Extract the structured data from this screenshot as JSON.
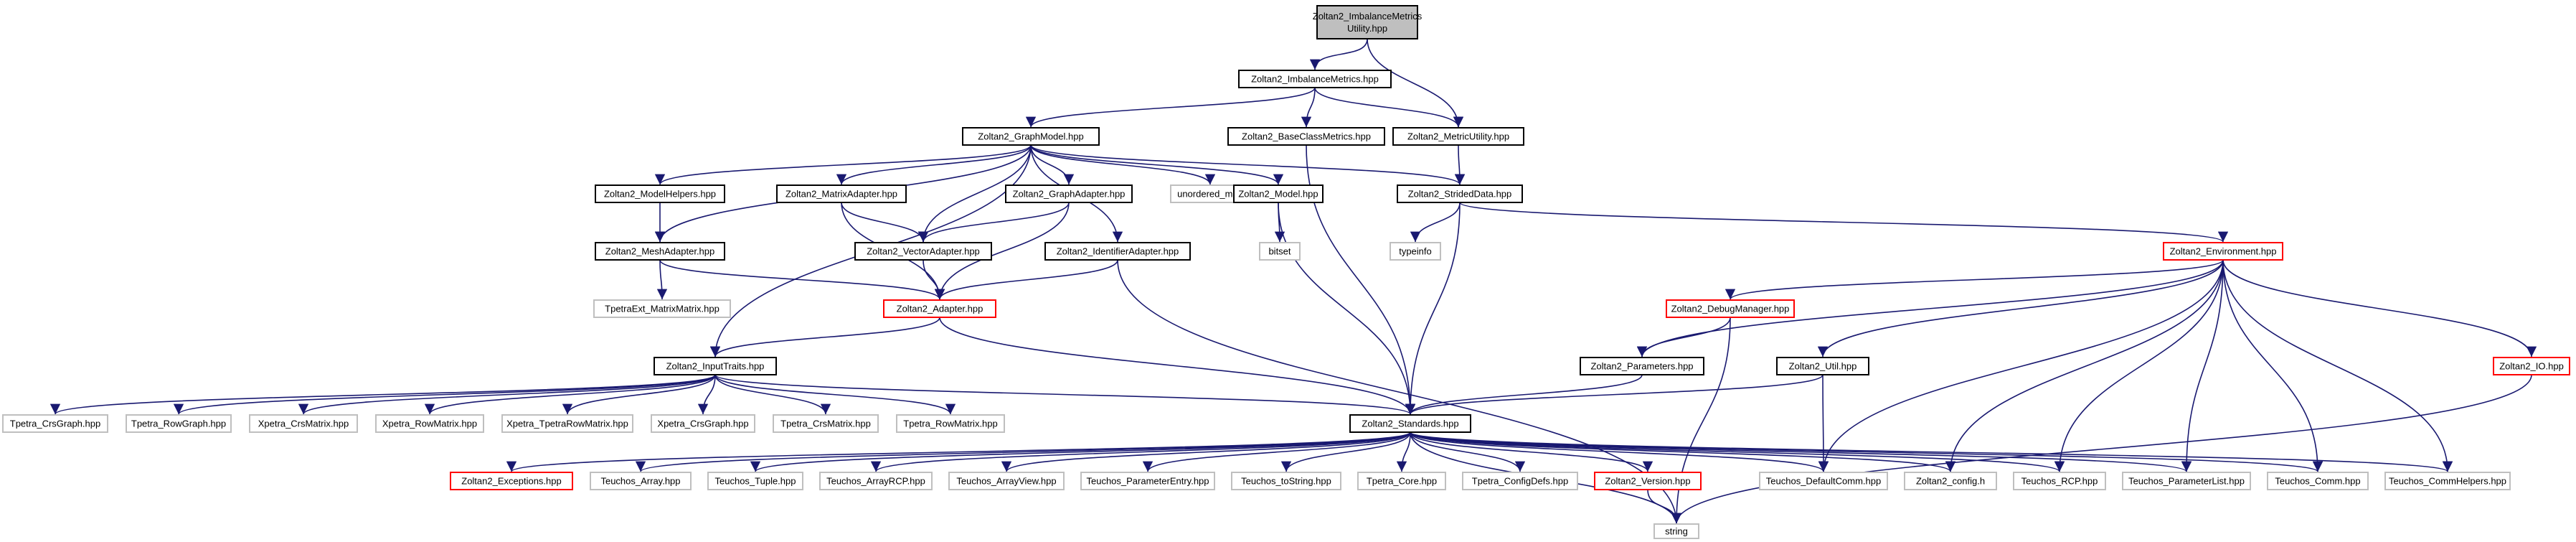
{
  "colors": {
    "edge": "#191970",
    "border_normal": "#000000",
    "border_external": "#bfbfbf",
    "border_truncated": "#ff0000",
    "fill_root": "#bfbfbf",
    "fill_default": "#ffffff"
  },
  "nodes": [
    {
      "id": "root",
      "lines": [
        "Zoltan2_ImbalanceMetrics",
        "Utility.hpp"
      ],
      "kind": "root"
    },
    {
      "id": "imb",
      "lines": [
        "Zoltan2_ImbalanceMetrics.hpp"
      ],
      "kind": "normal"
    },
    {
      "id": "graphmodel",
      "lines": [
        "Zoltan2_GraphModel.hpp"
      ],
      "kind": "normal"
    },
    {
      "id": "basecm",
      "lines": [
        "Zoltan2_BaseClassMetrics.hpp"
      ],
      "kind": "normal"
    },
    {
      "id": "metricutil",
      "lines": [
        "Zoltan2_MetricUtility.hpp"
      ],
      "kind": "normal"
    },
    {
      "id": "modelhelpers",
      "lines": [
        "Zoltan2_ModelHelpers.hpp"
      ],
      "kind": "normal"
    },
    {
      "id": "matrixadapter",
      "lines": [
        "Zoltan2_MatrixAdapter.hpp"
      ],
      "kind": "normal"
    },
    {
      "id": "graphadapter",
      "lines": [
        "Zoltan2_GraphAdapter.hpp"
      ],
      "kind": "normal"
    },
    {
      "id": "unordered_map",
      "lines": [
        "unordered_map"
      ],
      "kind": "external"
    },
    {
      "id": "model",
      "lines": [
        "Zoltan2_Model.hpp"
      ],
      "kind": "normal"
    },
    {
      "id": "strided",
      "lines": [
        "Zoltan2_StridedData.hpp"
      ],
      "kind": "normal"
    },
    {
      "id": "meshadapter",
      "lines": [
        "Zoltan2_MeshAdapter.hpp"
      ],
      "kind": "normal"
    },
    {
      "id": "vectoradapter",
      "lines": [
        "Zoltan2_VectorAdapter.hpp"
      ],
      "kind": "normal"
    },
    {
      "id": "identadapter",
      "lines": [
        "Zoltan2_IdentifierAdapter.hpp"
      ],
      "kind": "normal"
    },
    {
      "id": "bitset",
      "lines": [
        "bitset"
      ],
      "kind": "external"
    },
    {
      "id": "typeinfo",
      "lines": [
        "typeinfo"
      ],
      "kind": "external"
    },
    {
      "id": "environment",
      "lines": [
        "Zoltan2_Environment.hpp"
      ],
      "kind": "truncated"
    },
    {
      "id": "tpetraext",
      "lines": [
        "TpetraExt_MatrixMatrix.hpp"
      ],
      "kind": "external"
    },
    {
      "id": "adapter",
      "lines": [
        "Zoltan2_Adapter.hpp"
      ],
      "kind": "truncated"
    },
    {
      "id": "debugmgr",
      "lines": [
        "Zoltan2_DebugManager.hpp"
      ],
      "kind": "truncated"
    },
    {
      "id": "inputtraits",
      "lines": [
        "Zoltan2_InputTraits.hpp"
      ],
      "kind": "normal"
    },
    {
      "id": "parameters",
      "lines": [
        "Zoltan2_Parameters.hpp"
      ],
      "kind": "normal"
    },
    {
      "id": "util",
      "lines": [
        "Zoltan2_Util.hpp"
      ],
      "kind": "normal"
    },
    {
      "id": "io",
      "lines": [
        "Zoltan2_IO.hpp"
      ],
      "kind": "truncated"
    },
    {
      "id": "tpetra_crsgraph",
      "lines": [
        "Tpetra_CrsGraph.hpp"
      ],
      "kind": "external"
    },
    {
      "id": "tpetra_rowgraph",
      "lines": [
        "Tpetra_RowGraph.hpp"
      ],
      "kind": "external"
    },
    {
      "id": "xpetra_crsmatrix",
      "lines": [
        "Xpetra_CrsMatrix.hpp"
      ],
      "kind": "external"
    },
    {
      "id": "xpetra_rowmatrix",
      "lines": [
        "Xpetra_RowMatrix.hpp"
      ],
      "kind": "external"
    },
    {
      "id": "xpetra_tpetrarowmatrix",
      "lines": [
        "Xpetra_TpetraRowMatrix.hpp"
      ],
      "kind": "external"
    },
    {
      "id": "xpetra_crsgraph",
      "lines": [
        "Xpetra_CrsGraph.hpp"
      ],
      "kind": "external"
    },
    {
      "id": "tpetra_crsmatrix",
      "lines": [
        "Tpetra_CrsMatrix.hpp"
      ],
      "kind": "external"
    },
    {
      "id": "tpetra_rowmatrix",
      "lines": [
        "Tpetra_RowMatrix.hpp"
      ],
      "kind": "external"
    },
    {
      "id": "standards",
      "lines": [
        "Zoltan2_Standards.hpp"
      ],
      "kind": "normal"
    },
    {
      "id": "exceptions",
      "lines": [
        "Zoltan2_Exceptions.hpp"
      ],
      "kind": "truncated"
    },
    {
      "id": "t_array",
      "lines": [
        "Teuchos_Array.hpp"
      ],
      "kind": "external"
    },
    {
      "id": "t_tuple",
      "lines": [
        "Teuchos_Tuple.hpp"
      ],
      "kind": "external"
    },
    {
      "id": "t_arrayrcp",
      "lines": [
        "Teuchos_ArrayRCP.hpp"
      ],
      "kind": "external"
    },
    {
      "id": "t_arrayview",
      "lines": [
        "Teuchos_ArrayView.hpp"
      ],
      "kind": "external"
    },
    {
      "id": "t_paramentry",
      "lines": [
        "Teuchos_ParameterEntry.hpp"
      ],
      "kind": "external"
    },
    {
      "id": "t_tostring",
      "lines": [
        "Teuchos_toString.hpp"
      ],
      "kind": "external"
    },
    {
      "id": "tpetra_core",
      "lines": [
        "Tpetra_Core.hpp"
      ],
      "kind": "external"
    },
    {
      "id": "tpetra_configdefs",
      "lines": [
        "Tpetra_ConfigDefs.hpp"
      ],
      "kind": "external"
    },
    {
      "id": "version",
      "lines": [
        "Zoltan2_Version.hpp"
      ],
      "kind": "truncated"
    },
    {
      "id": "t_defaultcomm",
      "lines": [
        "Teuchos_DefaultComm.hpp"
      ],
      "kind": "external"
    },
    {
      "id": "config",
      "lines": [
        "Zoltan2_config.h"
      ],
      "kind": "external"
    },
    {
      "id": "t_rcp",
      "lines": [
        "Teuchos_RCP.hpp"
      ],
      "kind": "external"
    },
    {
      "id": "t_paramlist",
      "lines": [
        "Teuchos_ParameterList.hpp"
      ],
      "kind": "external"
    },
    {
      "id": "t_comm",
      "lines": [
        "Teuchos_Comm.hpp"
      ],
      "kind": "external"
    },
    {
      "id": "t_commhelpers",
      "lines": [
        "Teuchos_CommHelpers.hpp"
      ],
      "kind": "external"
    },
    {
      "id": "string",
      "lines": [
        "string"
      ],
      "kind": "external"
    }
  ],
  "edges": [
    [
      "root",
      "imb"
    ],
    [
      "root",
      "metricutil"
    ],
    [
      "imb",
      "graphmodel"
    ],
    [
      "imb",
      "basecm"
    ],
    [
      "imb",
      "metricutil"
    ],
    [
      "graphmodel",
      "modelhelpers"
    ],
    [
      "graphmodel",
      "matrixadapter"
    ],
    [
      "graphmodel",
      "graphadapter"
    ],
    [
      "graphmodel",
      "unordered_map"
    ],
    [
      "graphmodel",
      "model"
    ],
    [
      "graphmodel",
      "strided"
    ],
    [
      "graphmodel",
      "meshadapter"
    ],
    [
      "graphmodel",
      "vectoradapter"
    ],
    [
      "graphmodel",
      "identadapter"
    ],
    [
      "graphmodel",
      "inputtraits"
    ],
    [
      "basecm",
      "standards"
    ],
    [
      "metricutil",
      "strided"
    ],
    [
      "modelhelpers",
      "meshadapter"
    ],
    [
      "matrixadapter",
      "vectoradapter"
    ],
    [
      "matrixadapter",
      "adapter"
    ],
    [
      "graphadapter",
      "vectoradapter"
    ],
    [
      "graphadapter",
      "adapter"
    ],
    [
      "model",
      "bitset"
    ],
    [
      "model",
      "standards"
    ],
    [
      "strided",
      "typeinfo"
    ],
    [
      "strided",
      "environment"
    ],
    [
      "strided",
      "standards"
    ],
    [
      "meshadapter",
      "tpetraext"
    ],
    [
      "meshadapter",
      "adapter"
    ],
    [
      "vectoradapter",
      "adapter"
    ],
    [
      "identadapter",
      "adapter"
    ],
    [
      "identadapter",
      "string"
    ],
    [
      "environment",
      "debugmgr"
    ],
    [
      "environment",
      "parameters"
    ],
    [
      "environment",
      "util"
    ],
    [
      "environment",
      "io"
    ],
    [
      "environment",
      "t_defaultcomm"
    ],
    [
      "environment",
      "config"
    ],
    [
      "environment",
      "t_rcp"
    ],
    [
      "environment",
      "t_paramlist"
    ],
    [
      "environment",
      "t_comm"
    ],
    [
      "environment",
      "t_commhelpers"
    ],
    [
      "adapter",
      "inputtraits"
    ],
    [
      "adapter",
      "standards"
    ],
    [
      "debugmgr",
      "parameters"
    ],
    [
      "debugmgr",
      "string"
    ],
    [
      "inputtraits",
      "tpetra_crsgraph"
    ],
    [
      "inputtraits",
      "tpetra_rowgraph"
    ],
    [
      "inputtraits",
      "xpetra_crsmatrix"
    ],
    [
      "inputtraits",
      "xpetra_rowmatrix"
    ],
    [
      "inputtraits",
      "xpetra_tpetrarowmatrix"
    ],
    [
      "inputtraits",
      "xpetra_crsgraph"
    ],
    [
      "inputtraits",
      "tpetra_crsmatrix"
    ],
    [
      "inputtraits",
      "tpetra_rowmatrix"
    ],
    [
      "inputtraits",
      "standards"
    ],
    [
      "parameters",
      "standards"
    ],
    [
      "util",
      "standards"
    ],
    [
      "util",
      "t_defaultcomm"
    ],
    [
      "io",
      "string"
    ],
    [
      "standards",
      "exceptions"
    ],
    [
      "standards",
      "t_array"
    ],
    [
      "standards",
      "t_tuple"
    ],
    [
      "standards",
      "t_arrayrcp"
    ],
    [
      "standards",
      "t_arrayview"
    ],
    [
      "standards",
      "t_paramentry"
    ],
    [
      "standards",
      "t_tostring"
    ],
    [
      "standards",
      "tpetra_core"
    ],
    [
      "standards",
      "tpetra_configdefs"
    ],
    [
      "standards",
      "version"
    ],
    [
      "standards",
      "t_defaultcomm"
    ],
    [
      "standards",
      "config"
    ],
    [
      "standards",
      "t_rcp"
    ],
    [
      "standards",
      "t_paramlist"
    ],
    [
      "standards",
      "t_comm"
    ],
    [
      "standards",
      "t_commhelpers"
    ],
    [
      "standards",
      "string"
    ],
    [
      "version",
      "string"
    ]
  ]
}
